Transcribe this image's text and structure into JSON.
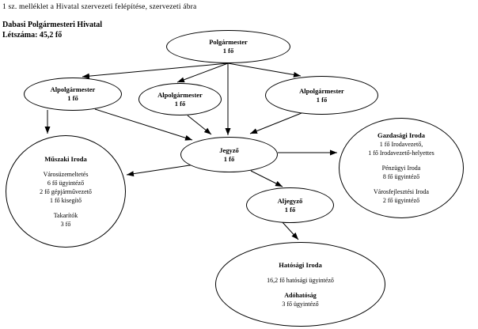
{
  "header": {
    "note": "1 sz. melléklet a Hivatal szervezeti felépítése, szervezeti ábra",
    "org_name": "Dabasi Polgármesteri Hivatal",
    "headcount": "Létszáma: 45,2 fő"
  },
  "colors": {
    "background": "#ffffff",
    "line": "#000000",
    "text": "#000000"
  },
  "nodes": {
    "polgarmester": {
      "title": "Polgármester",
      "count": "1 fő"
    },
    "alpolgarmester_left": {
      "title": "Alpolgármester",
      "count": "1 fő"
    },
    "alpolgarmester_middle": {
      "title": "Alpolgármester",
      "count": "1 fő"
    },
    "alpolgarmester_right": {
      "title": "Alpolgármester",
      "count": "1 fő"
    },
    "jegyzo": {
      "title": "Jegyző",
      "count": "1 fő"
    },
    "aljegyzo": {
      "title": "Aljegyző",
      "count": "1 fő"
    },
    "muszaki_iroda": {
      "title": "Műszaki Iroda",
      "varosuzemeltetes": [
        "Városüzemeltetés",
        "6 fő ügyintéző",
        "2 fő gépjárművezető",
        "1 fő kisegítő"
      ],
      "takaritok": [
        "Takarítók",
        "3 fő"
      ]
    },
    "gazdasagi_iroda": {
      "title": "Gazdasági Iroda",
      "vezetok": [
        "1 fő Irodavezető,",
        "1 fő Irodavezető-helyettes"
      ],
      "penzugyi": [
        "Pénzügyi Iroda",
        "8 fő ügyintéző"
      ],
      "varosfejlesztesi": [
        "Városfejlesztési Iroda",
        "2 fő ügyintéző"
      ]
    },
    "hatosagi_iroda": {
      "title": "Hatósági Iroda",
      "letszam": "16,2 fő hatósági ügyintéző",
      "adohatosag": [
        "Adóhatóság",
        "3 fő ügyintéző"
      ]
    }
  }
}
